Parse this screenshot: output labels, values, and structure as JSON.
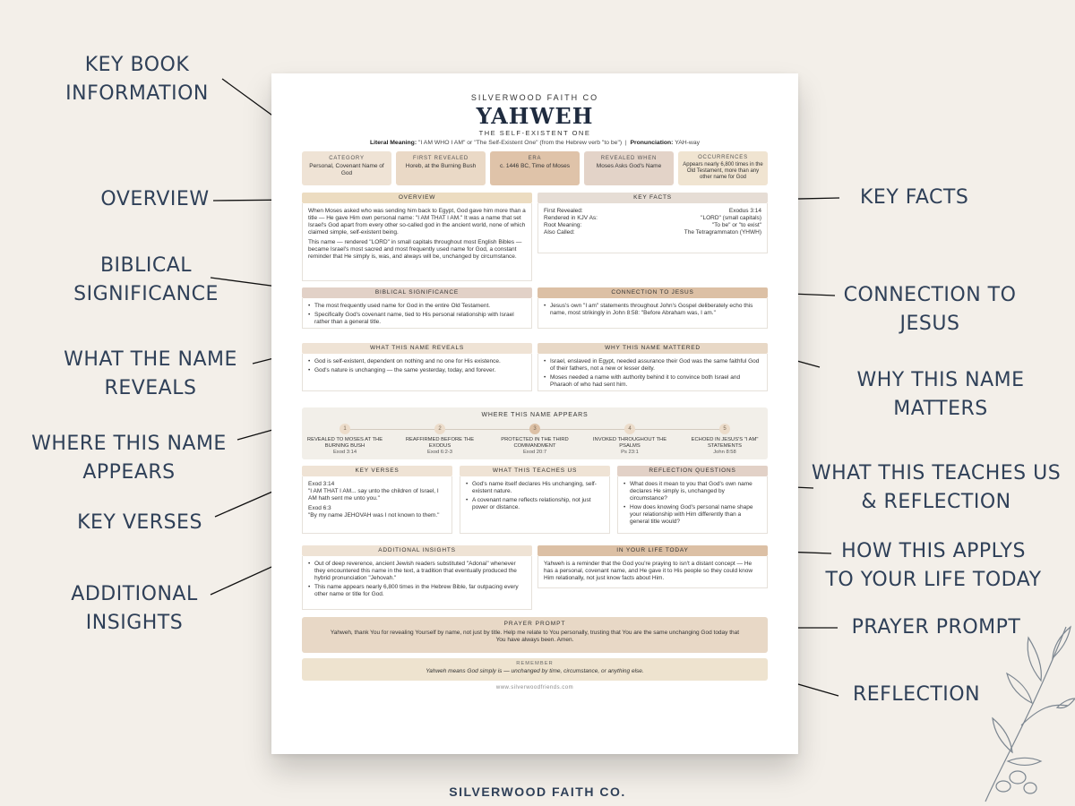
{
  "callouts": {
    "key_book": "KEY BOOK\nINFORMATION",
    "overview": "OVERVIEW",
    "biblical": "BIBLICAL\nSIGNIFICANCE",
    "reveals": "WHAT THE NAME\nREVEALS",
    "appears": "WHERE THIS NAME\nAPPEARS",
    "key_verses": "KEY VERSES",
    "additional": "ADDITIONAL\nINSIGHTS",
    "key_facts": "KEY FACTS",
    "connection": "CONNECTION TO\nJESUS",
    "why": "WHY THIS NAME\nMATTERS",
    "teaches": "WHAT THIS TEACHES US\n& REFLECTION",
    "applys": "HOW THIS APPLYS\nTO YOUR LIFE TODAY",
    "prayer": "PRAYER PROMPT",
    "reflection": "REFLECTION"
  },
  "page": {
    "brand": "SILVERWOOD FAITH CO",
    "title": "YAHWEH",
    "subtitle": "THE SELF-EXISTENT ONE",
    "meaning_label": "Literal Meaning:",
    "meaning_value": "\"I AM WHO I AM\" or \"The Self-Existent One\" (from the Hebrew verb \"to be\")",
    "pron_label": "Pronunciation:",
    "pron_value": "YAH-way",
    "separator": "|",
    "facts": [
      {
        "label": "CATEGORY",
        "value": "Personal, Covenant Name of God",
        "color": "#efe3d5"
      },
      {
        "label": "FIRST REVEALED",
        "value": "Horeb, at the Burning Bush",
        "color": "#ead9c6"
      },
      {
        "label": "ERA",
        "value": "c. 1446 BC, Time of Moses",
        "color": "#dfc3a9"
      },
      {
        "label": "REVEALED WHEN",
        "value": "Moses Asks God's Name",
        "color": "#e3d3c8"
      },
      {
        "label": "OCCURRENCES",
        "value": "Appears nearly 6,800 times in the Old Testament, more than any other name for God",
        "color": "#f0e4d1"
      }
    ],
    "overview": {
      "heading": "OVERVIEW",
      "p1": "When Moses asked who was sending him back to Egypt, God gave him more than a title — He gave Him own personal name: \"I AM THAT I AM.\" It was a name that set Israel's God apart from every other so-called god in the ancient world, none of which claimed simple, self-existent being.",
      "p2": "This name — rendered \"LORD\" in small capitals throughout most English Bibles — became Israel's most sacred and most frequently used name for God, a constant reminder that He simply is, was, and always will be, unchanged by circumstance."
    },
    "key_facts": {
      "heading": "KEY FACTS",
      "rows": [
        {
          "k": "First Revealed:",
          "v": "Exodus 3:14"
        },
        {
          "k": "Rendered in KJV As:",
          "v": "\"LORD\" (small capitals)"
        },
        {
          "k": "Root Meaning:",
          "v": "\"To be\" or \"to exist\""
        },
        {
          "k": "Also Called:",
          "v": "The Tetragrammaton (YHWH)"
        }
      ]
    },
    "biblical": {
      "heading": "BIBLICAL SIGNIFICANCE",
      "items": [
        "The most frequently used name for God in the entire Old Testament.",
        "Specifically God's covenant name, tied to His personal relationship with Israel rather than a general title."
      ]
    },
    "connection": {
      "heading": "CONNECTION TO JESUS",
      "items": [
        "Jesus's own \"I am\" statements throughout John's Gospel deliberately echo this name, most strikingly in John 8:58: \"Before Abraham was, I am.\""
      ]
    },
    "reveals": {
      "heading": "WHAT THIS NAME REVEALS",
      "items": [
        "God is self-existent, dependent on nothing and no one for His existence.",
        "God's nature is unchanging — the same yesterday, today, and forever."
      ]
    },
    "mattered": {
      "heading": "WHY THIS NAME MATTERED",
      "items": [
        "Israel, enslaved in Egypt, needed assurance their God was the same faithful God of their fathers, not a new or lesser deity.",
        "Moses needed a name with authority behind it to convince both Israel and Pharaoh of who had sent him."
      ]
    },
    "appears": {
      "heading": "WHERE THIS NAME APPEARS",
      "steps": [
        {
          "n": "1",
          "label": "REVEALED TO MOSES AT THE BURNING BUSH",
          "ref": "Exod 3:14"
        },
        {
          "n": "2",
          "label": "REAFFIRMED BEFORE THE EXODUS",
          "ref": "Exod 6:2-3"
        },
        {
          "n": "3",
          "label": "PROTECTED IN THE THIRD COMMANDMENT",
          "ref": "Exod 20:7"
        },
        {
          "n": "4",
          "label": "INVOKED THROUGHOUT THE PSALMS",
          "ref": "Ps 23:1"
        },
        {
          "n": "5",
          "label": "ECHOED IN JESUS'S \"I AM\" STATEMENTS",
          "ref": "John 8:58"
        }
      ]
    },
    "verses": {
      "heading": "KEY VERSES",
      "r1": "Exod 3:14",
      "t1": "\"I AM THAT I AM... say unto the children of Israel, I AM hath sent me unto you.\"",
      "r2": "Exod 6:3",
      "t2": "\"By my name JEHOVAH was I not known to them.\""
    },
    "teaches": {
      "heading": "WHAT THIS TEACHES US",
      "items": [
        "God's name itself declares His unchanging, self-existent nature.",
        "A covenant name reflects relationship, not just power or distance."
      ]
    },
    "reflect": {
      "heading": "REFLECTION QUESTIONS",
      "items": [
        "What does it mean to you that God's own name declares He simply is, unchanged by circumstance?",
        "How does knowing God's personal name shape your relationship with Him differently than a general title would?"
      ]
    },
    "insights": {
      "heading": "ADDITIONAL INSIGHTS",
      "items": [
        "Out of deep reverence, ancient Jewish readers substituted \"Adonai\" whenever they encountered this name in the text, a tradition that eventually produced the hybrid pronunciation \"Jehovah.\"",
        "This name appears nearly 6,800 times in the Hebrew Bible, far outpacing every other name or title for God."
      ]
    },
    "life": {
      "heading": "IN YOUR LIFE TODAY",
      "text": "Yahweh is a reminder that the God you're praying to isn't a distant concept — He has a personal, covenant name, and He gave it to His people so they could know Him relationally, not just know facts about Him."
    },
    "prayer": {
      "heading": "PRAYER PROMPT",
      "text": "Yahweh, thank You for revealing Yourself by name, not just by title. Help me relate to You personally, trusting that You are the same unchanging God today that You have always been. Amen."
    },
    "remember": {
      "heading": "REMEMBER",
      "text": "Yahweh means God simply is — unchanged by time, circumstance, or anything else."
    },
    "site": "www.silverwoodfriends.com"
  },
  "footer": "SILVERWOOD FAITH CO.",
  "colors": {
    "background": "#f3efe9",
    "text": "#2f4058",
    "head_tan": "#ecdcc1",
    "head_rose": "#e2d1c7",
    "head_brown": "#dcc0a5"
  }
}
